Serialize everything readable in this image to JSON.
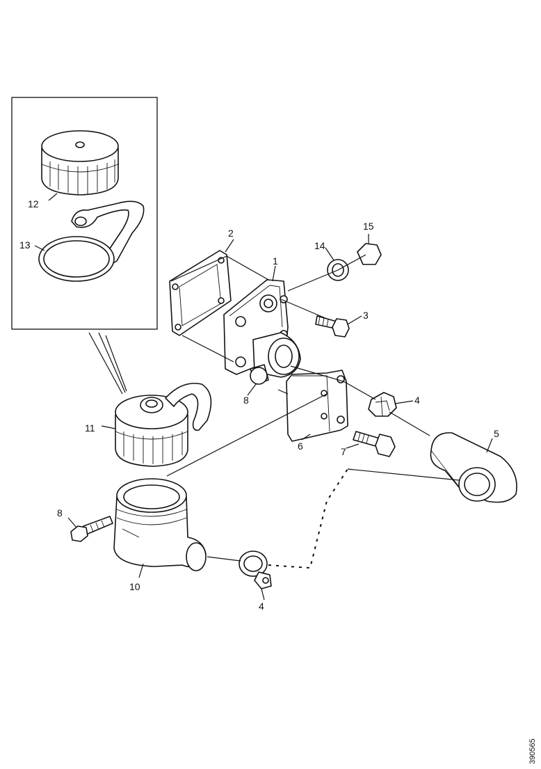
{
  "diagram": {
    "callouts": {
      "c1": "1",
      "c2": "2",
      "c3": "3",
      "c4a": "4",
      "c4b": "4",
      "c5": "5",
      "c6": "6",
      "c7": "7",
      "c8a": "8",
      "c8b": "8",
      "c10": "10",
      "c11": "11",
      "c12": "12",
      "c13": "13",
      "c14": "14",
      "c15": "15"
    },
    "drawing_code": "390565"
  }
}
